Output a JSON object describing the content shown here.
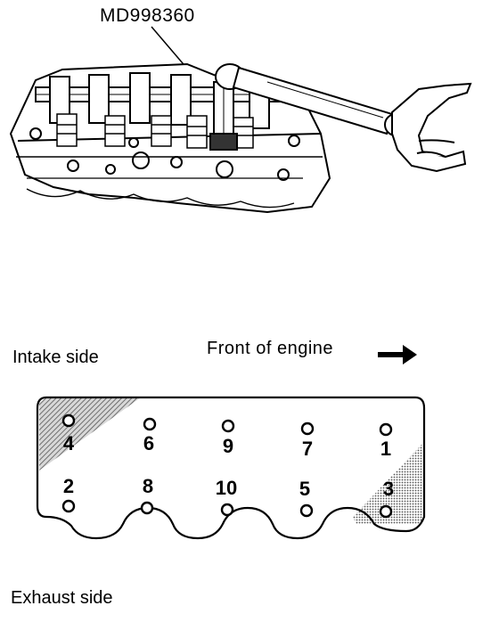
{
  "illustration": {
    "tool_label": "MD998360"
  },
  "diagram": {
    "intake_label": "Intake side",
    "front_label": "Front of engine",
    "exhaust_label": "Exhaust side",
    "bolts": [
      {
        "number": "4"
      },
      {
        "number": "6"
      },
      {
        "number": "9"
      },
      {
        "number": "7"
      },
      {
        "number": "1"
      },
      {
        "number": "2"
      },
      {
        "number": "8"
      },
      {
        "number": "10"
      },
      {
        "number": "5"
      },
      {
        "number": "3"
      }
    ]
  }
}
